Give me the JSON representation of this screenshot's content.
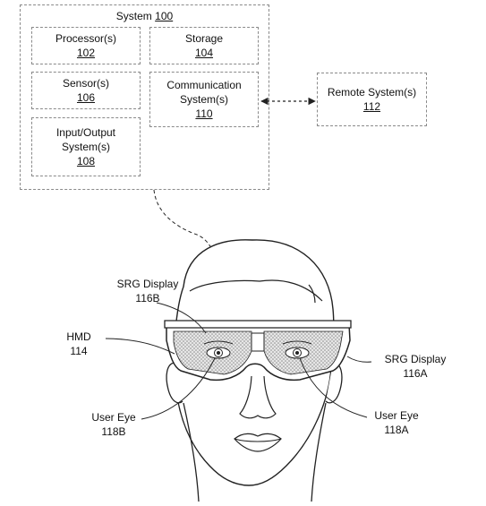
{
  "system": {
    "label": "System",
    "number": "100"
  },
  "components": {
    "processor": {
      "label": "Processor(s)",
      "number": "102"
    },
    "storage": {
      "label": "Storage",
      "number": "104"
    },
    "sensor": {
      "label": "Sensor(s)",
      "number": "106"
    },
    "communication": {
      "label_line1": "Communication",
      "label_line2": "System(s)",
      "number": "110"
    },
    "io": {
      "label_line1": "Input/Output",
      "label_line2": "System(s)",
      "number": "108"
    }
  },
  "remote": {
    "label": "Remote System(s)",
    "number": "112"
  },
  "callouts": {
    "srg_left": {
      "label": "SRG Display",
      "number": "116B"
    },
    "hmd": {
      "label": "HMD",
      "number": "114"
    },
    "srg_right": {
      "label": "SRG Display",
      "number": "116A"
    },
    "eye_left": {
      "label": "User Eye",
      "number": "118B"
    },
    "eye_right": {
      "label": "User Eye",
      "number": "118A"
    }
  },
  "colors": {
    "line": "#222222",
    "dashed": "#8a8a8a",
    "lens_fill": "#d9d9d9"
  }
}
